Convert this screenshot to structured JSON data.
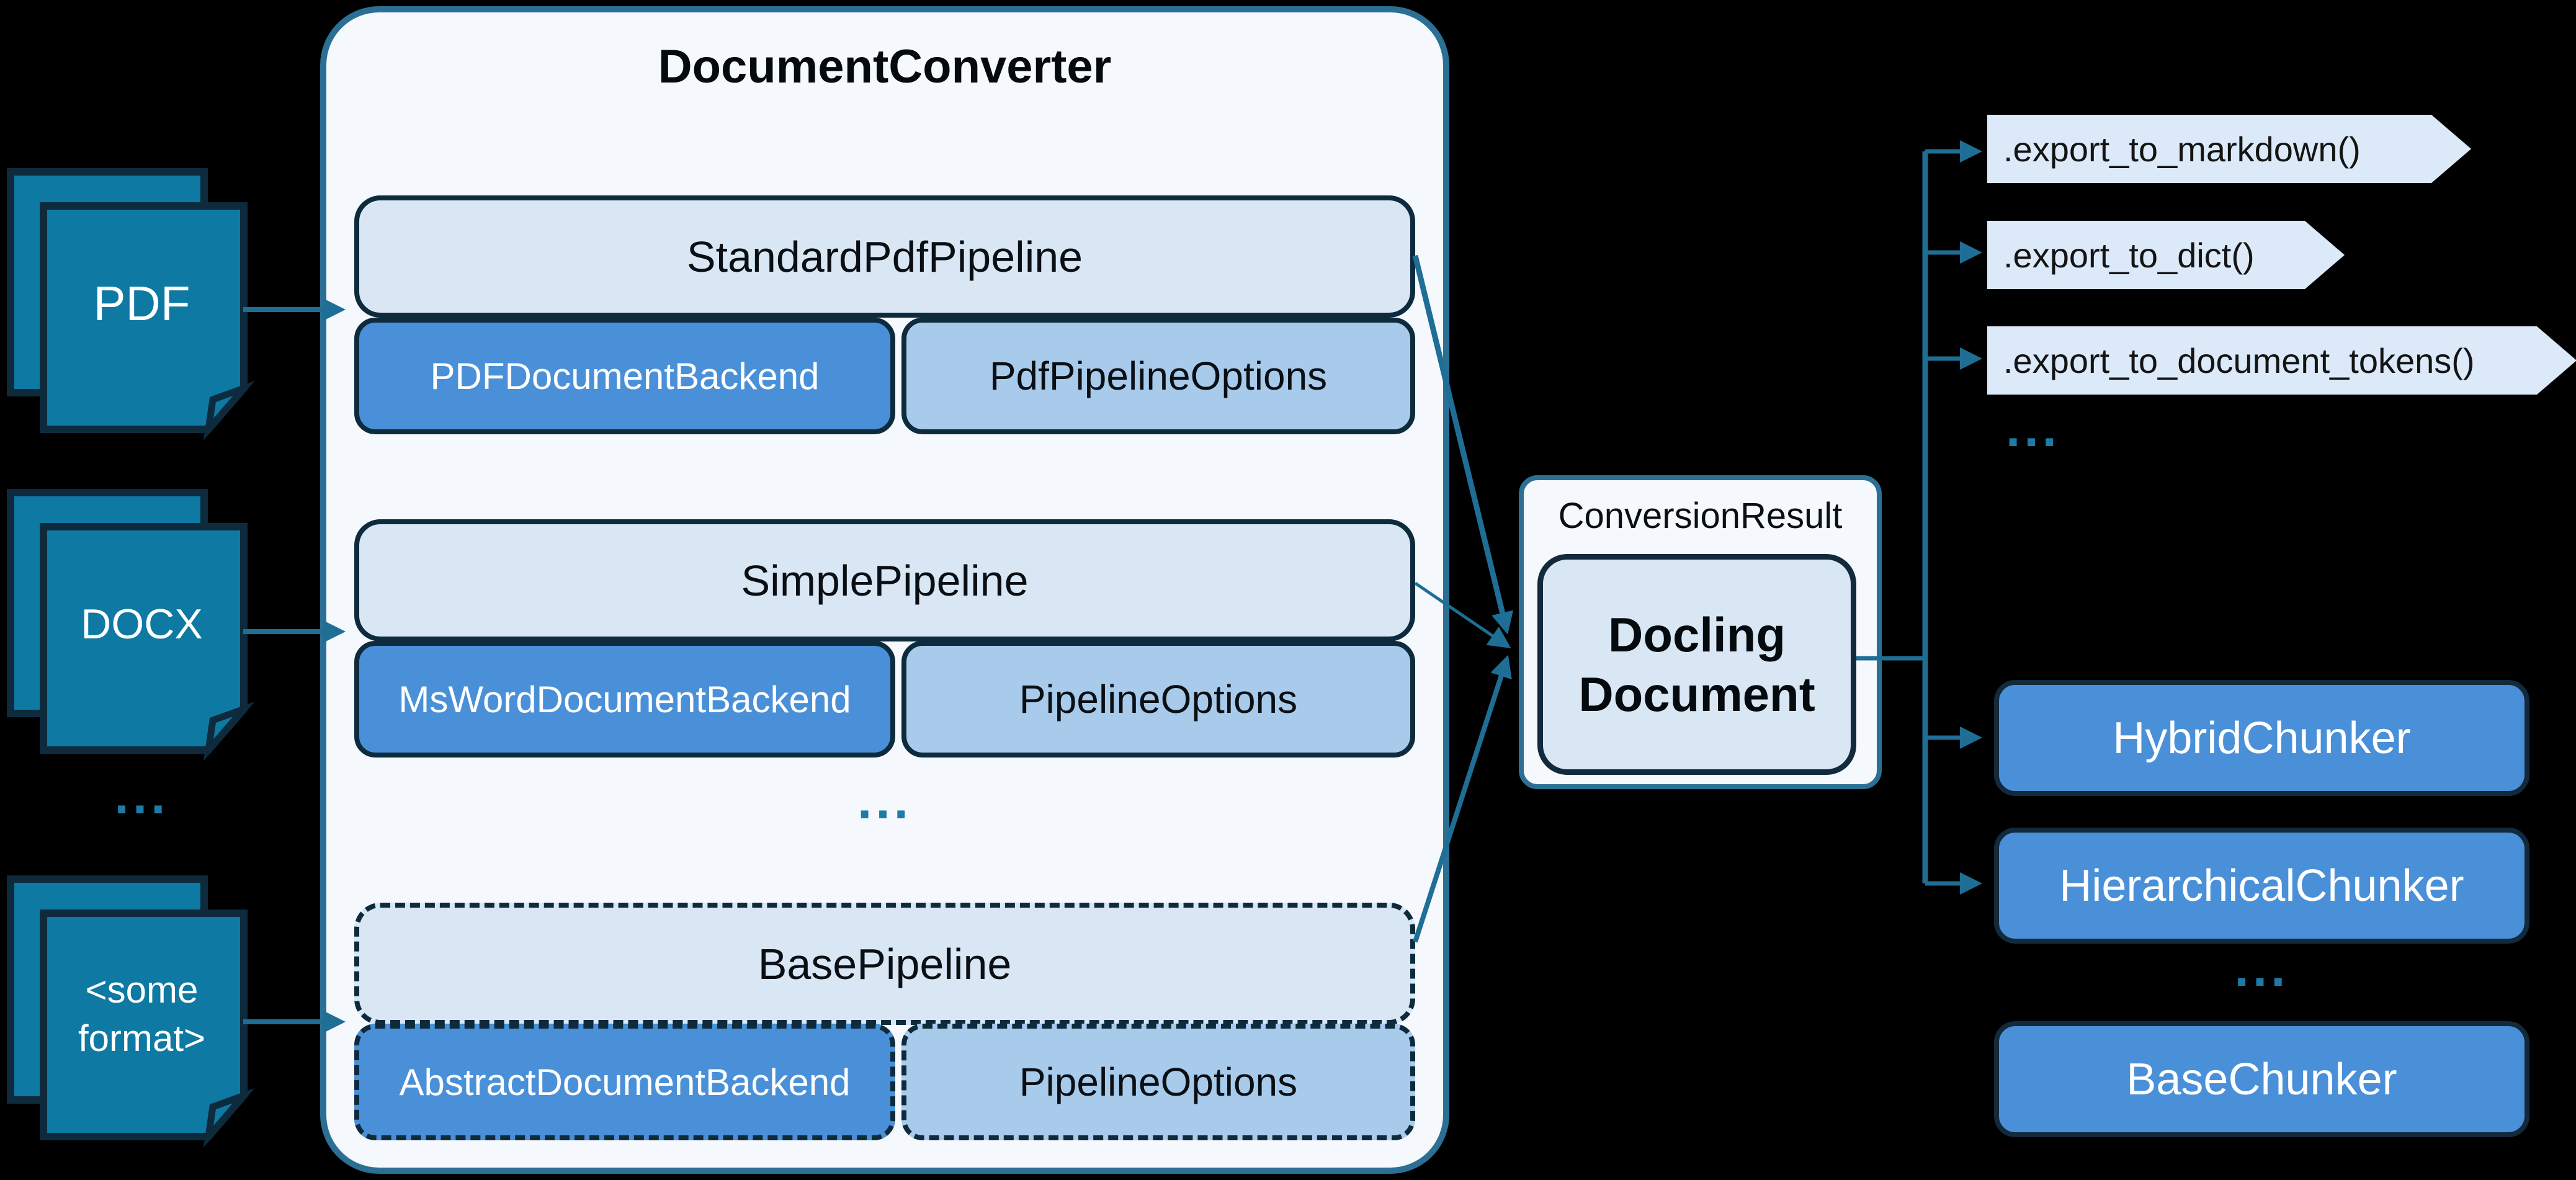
{
  "converter": {
    "title": "DocumentConverter"
  },
  "inputs": {
    "pdf": "PDF",
    "docx": "DOCX",
    "other_line1": "<some",
    "other_line2": "format>",
    "ellipsis": "..."
  },
  "pipelines": [
    {
      "name": "StandardPdfPipeline",
      "backend": "PDFDocumentBackend",
      "options": "PdfPipelineOptions"
    },
    {
      "name": "SimplePipeline",
      "backend": "MsWordDocumentBackend",
      "options": "PipelineOptions"
    },
    {
      "name": "BasePipeline",
      "backend": "AbstractDocumentBackend",
      "options": "PipelineOptions"
    }
  ],
  "pipelines_ellipsis": "...",
  "result": {
    "label": "ConversionResult",
    "doc_line1": "Docling",
    "doc_line2": "Document"
  },
  "exports": {
    "items": [
      ".export_to_markdown()",
      ".export_to_dict()",
      ".export_to_document_tokens()"
    ],
    "ellipsis": "..."
  },
  "chunkers": {
    "items": [
      "HybridChunker",
      "HierarchicalChunker"
    ],
    "ellipsis": "...",
    "base": "BaseChunker"
  },
  "colors": {
    "background": "#000000",
    "document_icon_fill": "#0E79A3",
    "dark_outline": "#0E2B3D",
    "arrow_teal": "#1E6E95",
    "container_fill": "#F5F8FD",
    "container_border": "#2B7094",
    "pipeline_fill": "#D9E7F5",
    "backend_fill": "#4A90D8",
    "options_fill": "#A8CAEB",
    "export_tag_fill": "#DCE9F8",
    "chunker_fill": "#4A90D8",
    "ellipsis_teal": "#1E7BA8"
  }
}
